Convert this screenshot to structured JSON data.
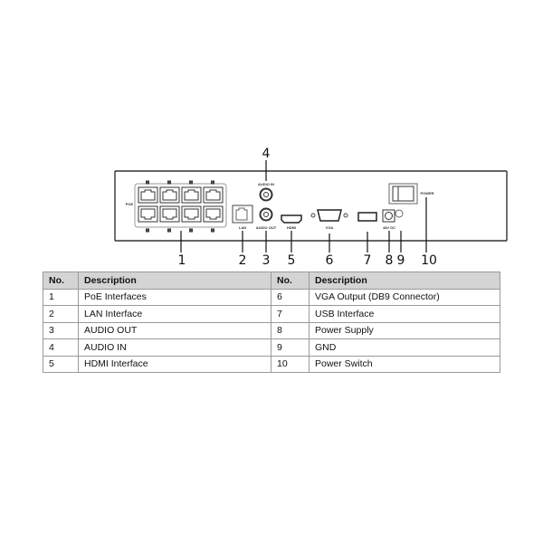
{
  "diagram": {
    "labels": {
      "poe": "POE",
      "lan": "LAN",
      "audio_in": "AUDIO IN",
      "audio_out": "AUDIO OUT",
      "hdmi": "HDMI",
      "vga": "VGA",
      "dc": "48V DC",
      "power": "POWER"
    },
    "callouts": [
      "1",
      "2",
      "3",
      "4",
      "5",
      "6",
      "7",
      "8",
      "9",
      "10"
    ]
  },
  "table": {
    "headers": [
      "No.",
      "Description",
      "No.",
      "Description"
    ],
    "rows": [
      [
        "1",
        "PoE Interfaces",
        "6",
        "VGA Output (DB9 Connector)"
      ],
      [
        "2",
        "LAN Interface",
        "7",
        "USB Interface"
      ],
      [
        "3",
        "AUDIO OUT",
        "8",
        "Power Supply"
      ],
      [
        "4",
        "AUDIO IN",
        "9",
        "GND"
      ],
      [
        "5",
        "HDMI Interface",
        "10",
        "Power Switch"
      ]
    ]
  }
}
